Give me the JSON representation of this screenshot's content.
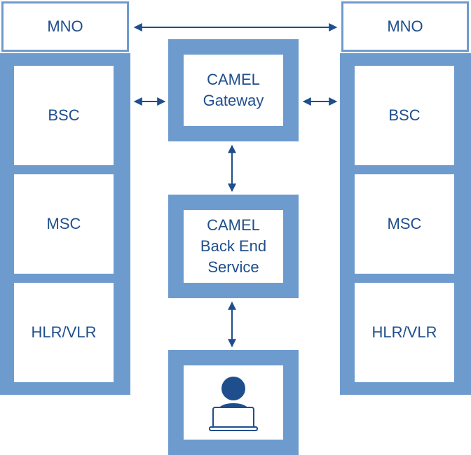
{
  "left_column": {
    "header": "MNO",
    "blocks": [
      "BSC",
      "MSC",
      "HLR/VLR"
    ]
  },
  "right_column": {
    "header": "MNO",
    "blocks": [
      "BSC",
      "MSC",
      "HLR/VLR"
    ]
  },
  "center": {
    "gateway": [
      "CAMEL",
      "Gateway"
    ],
    "backend": [
      "CAMEL",
      "Back End",
      "Service"
    ],
    "user_icon": "user-at-laptop-icon"
  },
  "colors": {
    "frame": "#6e9bce",
    "text": "#1f4e8c",
    "arrow": "#1f4e8c"
  }
}
